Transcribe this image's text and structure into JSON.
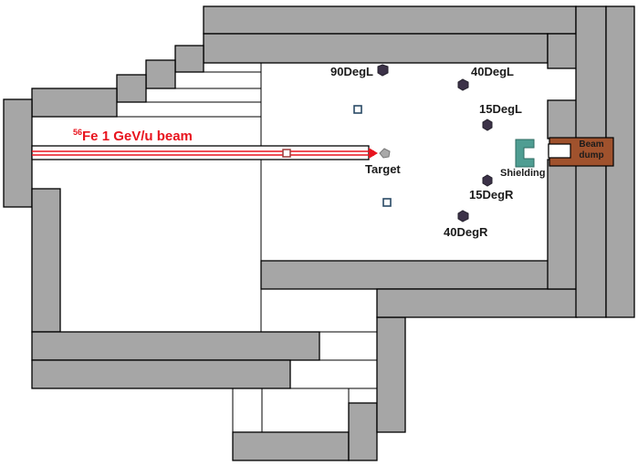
{
  "beam": {
    "isotope": "56",
    "text": "Fe 1 GeV/u beam",
    "color": "#e8141e"
  },
  "target": {
    "label": "Target"
  },
  "detectors": [
    {
      "id": "90DegL",
      "label": "90DegL"
    },
    {
      "id": "40DegL",
      "label": "40DegL"
    },
    {
      "id": "15DegL",
      "label": "15DegL"
    },
    {
      "id": "15DegR",
      "label": "15DegR"
    },
    {
      "id": "40DegR",
      "label": "40DegR"
    }
  ],
  "shielding": {
    "label": "Shielding",
    "color": "#4f9d92"
  },
  "beam_dump": {
    "label_line1": "Beam",
    "label_line2": "dump",
    "color": "#a0522d"
  },
  "colors": {
    "wall": "#a6a6a6",
    "wall_edge": "#000000",
    "detector": "#3c3248",
    "target": "#a9a9a9"
  }
}
